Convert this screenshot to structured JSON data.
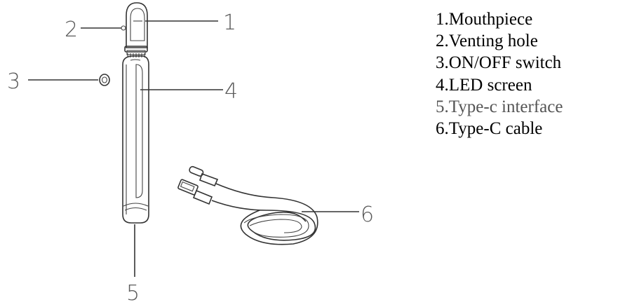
{
  "callouts": {
    "n1": "1",
    "n2": "2",
    "n3": "3",
    "n4": "4",
    "n5": "5",
    "n6": "6"
  },
  "legend": [
    {
      "label": "1.Mouthpiece"
    },
    {
      "label": "2.Venting hole"
    },
    {
      "label": "3.ON/OFF switch"
    },
    {
      "label": "4.LED screen"
    },
    {
      "label": "5.Type-c interface",
      "color": "#555555"
    },
    {
      "label": "6.Type-C cable"
    }
  ]
}
